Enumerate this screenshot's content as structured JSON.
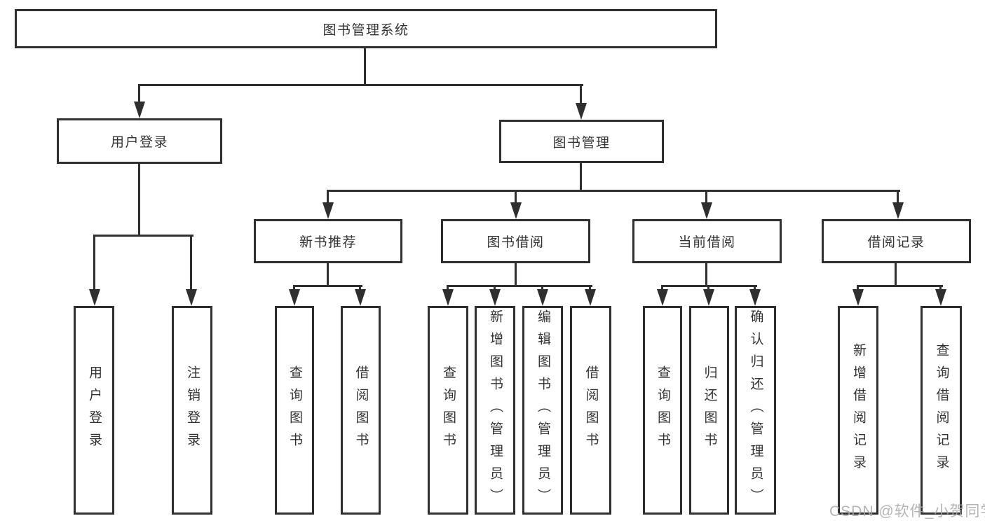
{
  "diagram": {
    "root": {
      "label": "图书管理系统"
    },
    "level1": [
      {
        "label": "用户登录",
        "leaves": [
          {
            "label": "用户登录"
          },
          {
            "label": "注销登录"
          }
        ]
      },
      {
        "label": "图书管理",
        "groups": [
          {
            "label": "新书推荐",
            "leaves": [
              {
                "label": "查询图书"
              },
              {
                "label": "借阅图书"
              }
            ]
          },
          {
            "label": "图书借阅",
            "leaves": [
              {
                "label": "查询图书"
              },
              {
                "label": "新增图书（管理员）"
              },
              {
                "label": "编辑图书（管理员）"
              },
              {
                "label": "借阅图书"
              }
            ]
          },
          {
            "label": "当前借阅",
            "leaves": [
              {
                "label": "查询图书"
              },
              {
                "label": "归还图书"
              },
              {
                "label": "确认归还（管理员）"
              }
            ]
          },
          {
            "label": "借阅记录",
            "leaves": [
              {
                "label": "新增借阅记录"
              },
              {
                "label": "查询借阅记录"
              }
            ]
          }
        ]
      }
    ]
  },
  "watermark": {
    "text": "CSDN @软件_小贺同学"
  },
  "colors": {
    "background": "#ffffff",
    "line": "#2f2f2f",
    "text": "#333333",
    "watermark": "#a8a8a8"
  }
}
